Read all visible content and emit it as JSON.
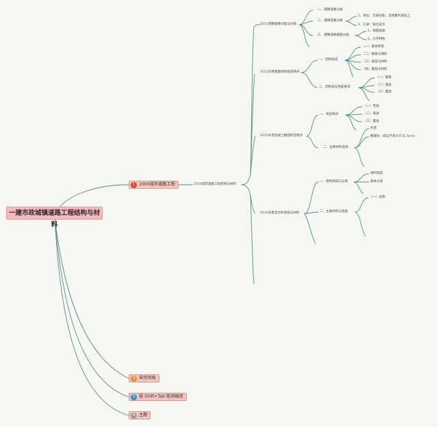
{
  "root": "一建市政城镇道路工程结构与材料",
  "topics": [
    {
      "num": "1",
      "label": "1000城市道路工程"
    },
    {
      "num": "2",
      "label": "未完待续"
    },
    {
      "num": "3",
      "label": "按 Shift+Tab 取消缩进"
    },
    {
      "num": "4",
      "label": "主题"
    }
  ],
  "l2": "1010城市道路工程结构与材料",
  "l3": [
    "1011城镇道路分类与分级",
    "1012沥青路面结构组成特点",
    "1013水泥混凝土路面构造特点",
    "1014沥青混合料组成与材料"
  ],
  "l4": [
    "一、城镇道路分类",
    "二、城镇道路分级",
    "三、城镇道路路面分类",
    "一、结构组成",
    "二、结构层与性能要求",
    "一、构造特点",
    "二、主要材料选择",
    "一、结构组成与分类",
    "二、主要材料与性能"
  ],
  "l5": [
    "1、地位、交通功能、沿线服务基础上",
    "2、口诀：快主支次",
    "1、按面层类",
    "2、力学特性",
    "（一）基本原则",
    "（二）路基与填料",
    "（三）基层与材料",
    "（四）面层与材料",
    "（一）路基",
    "（二）基层",
    "（三）面层",
    "（一）垫层",
    "（二）基层",
    "（三）面层",
    "水泥",
    "粗集料：碎石不得大于31.5mm",
    "材料组成",
    "基本分类",
    "（一）沥青"
  ],
  "colors": {
    "line": "#4f8f84",
    "root_fill": "#f3b9bd",
    "topic_fill": "#f0c5bd"
  }
}
